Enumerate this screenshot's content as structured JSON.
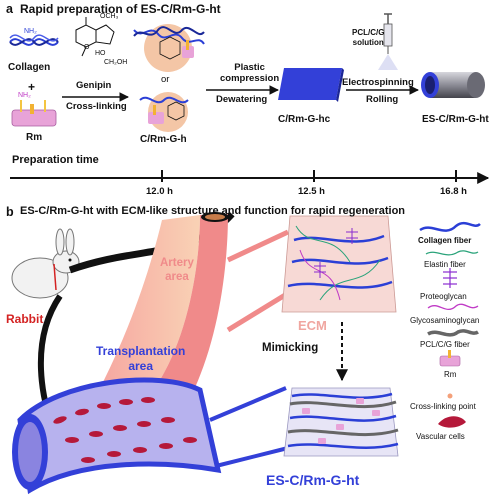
{
  "panel_a": {
    "letter": "a",
    "title": "Rapid preparation of ES-C/Rm-G-ht",
    "collagen_label": "Collagen",
    "rm_label": "Rm",
    "genipin_label": "Genipin",
    "crosslinking_label": "Cross-linking",
    "or_label": "or",
    "crh_label": "C/Rm-G-h",
    "plastic_label": "Plastic\ncompression",
    "dewatering_label": "Dewatering",
    "crhc_label": "C/Rm-G-hc",
    "solution_label": "PCL/C/G\nsolution",
    "electrospinning_label": "Electrospinning",
    "rolling_label": "Rolling",
    "product_label": "ES-C/Rm-G-ht",
    "timeline_label": "Preparation time",
    "ticks": [
      "12.0 h",
      "12.5 h",
      "16.8 h"
    ],
    "nh2": "NH₂",
    "chem_ch2oh": "CH₂OH",
    "chem_ho": "HO",
    "chem_o": "O",
    "chem_och3": "OCH₃"
  },
  "panel_b": {
    "letter": "b",
    "title": "ES-C/Rm-G-ht with ECM-like structure and function for rapid regeneration",
    "rabbit_label": "Rabbit",
    "artery_label": "Artery\narea",
    "ecm_label": "ECM",
    "mimicking_label": "Mimicking",
    "transplant_label": "Transplantation\narea",
    "product_label": "ES-C/Rm-G-ht"
  },
  "legend": [
    {
      "name": "collagen-fiber",
      "label": "Collagen fiber"
    },
    {
      "name": "elastin-fiber",
      "label": "Elastin fiber"
    },
    {
      "name": "proteoglycan",
      "label": "Proteoglycan"
    },
    {
      "name": "glycosaminoglycan",
      "label": "Glycosaminoglycan"
    },
    {
      "name": "pcl-fiber",
      "label": "PCL/C/G fiber"
    },
    {
      "name": "rm",
      "label": "Rm"
    },
    {
      "name": "crosslinking-point",
      "label": "Cross-linking point"
    },
    {
      "name": "vascular-cells",
      "label": "Vascular cells"
    }
  ],
  "colors": {
    "collagen_blue": "#2b3fd6",
    "rm_pink": "#e8a3d8",
    "peach": "#f4c6a6",
    "red_text": "#d42222",
    "artery_pink": "#f08a8a",
    "transplant_blue": "#3340d8",
    "vessel_lilac": "#b7b2ee"
  }
}
